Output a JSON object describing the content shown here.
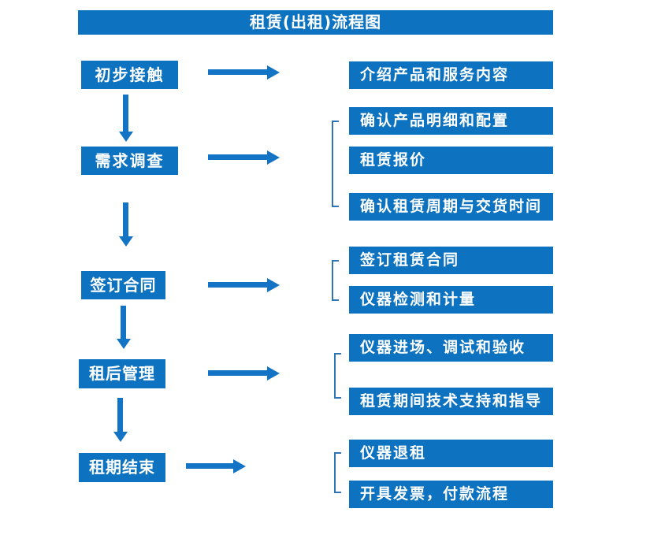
{
  "title": "租赁(出租)流程图",
  "colors": {
    "box_fill": "#0d72bf",
    "arrow": "#1374c5",
    "bracket_line": "#2e75b6",
    "text": "#ffffff",
    "background": "#ffffff"
  },
  "stages": [
    {
      "label": "初步接触",
      "details": [
        "介绍产品和服务内容"
      ]
    },
    {
      "label": "需求调查",
      "details": [
        "确认产品明细和配置",
        "租赁报价",
        "确认租赁周期与交货时间"
      ]
    },
    {
      "label": "签订合同",
      "details": [
        "签订租赁合同",
        "仪器检测和计量"
      ]
    },
    {
      "label": "租后管理",
      "details": [
        "仪器进场、调试和验收",
        "租赁期间技术支持和指导"
      ]
    },
    {
      "label": "租期结束",
      "details": [
        "仪器退租",
        "开具发票，付款流程"
      ]
    }
  ]
}
